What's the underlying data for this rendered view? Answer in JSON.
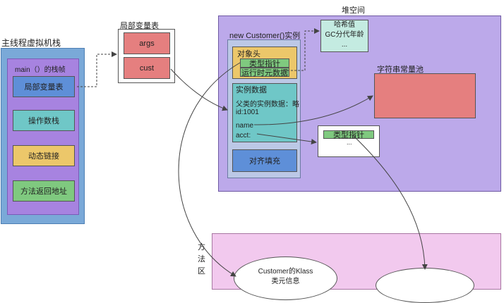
{
  "stack": {
    "title": "主线程虚拟机栈",
    "frame_title": "main（）的栈帧",
    "items": [
      "局部变量表",
      "操作数栈",
      "动态链接",
      "方法返回地址"
    ]
  },
  "local_vars": {
    "title": "局部变量表",
    "slots": [
      "args",
      "cust"
    ]
  },
  "heap": {
    "title": "堆空间",
    "instance_title": "new Customer()实例",
    "object_header": {
      "title": "对象头",
      "type_pointer": "类型指针",
      "runtime_data": "运行时元数据"
    },
    "instance_data": {
      "title": "实例数据",
      "lines": [
        "父类的实例数据：略",
        "id:1001",
        "name",
        "acct:"
      ]
    },
    "padding": "对齐填充",
    "mark_word": {
      "lines": [
        "哈希值",
        "GC分代年龄",
        "..."
      ]
    },
    "string_pool": "字符串常量池",
    "acct_object": {
      "type_pointer": "类型指针",
      "more": "..."
    }
  },
  "method_area": {
    "title_chars": [
      "方",
      "法",
      "区"
    ],
    "klass_lines": [
      "Customer的Klass",
      "类元信息"
    ]
  },
  "colors": {
    "stack_outer": "#7aa9d8",
    "stack_frame": "#a783e0",
    "heap_bg": "#bca9ea",
    "method_bg": "#f2c9ee",
    "red": "#e57f7f",
    "green": "#7fc97f",
    "teal": "#6fc7c7",
    "yellow": "#ecc76a",
    "blue": "#5e8fd8"
  }
}
